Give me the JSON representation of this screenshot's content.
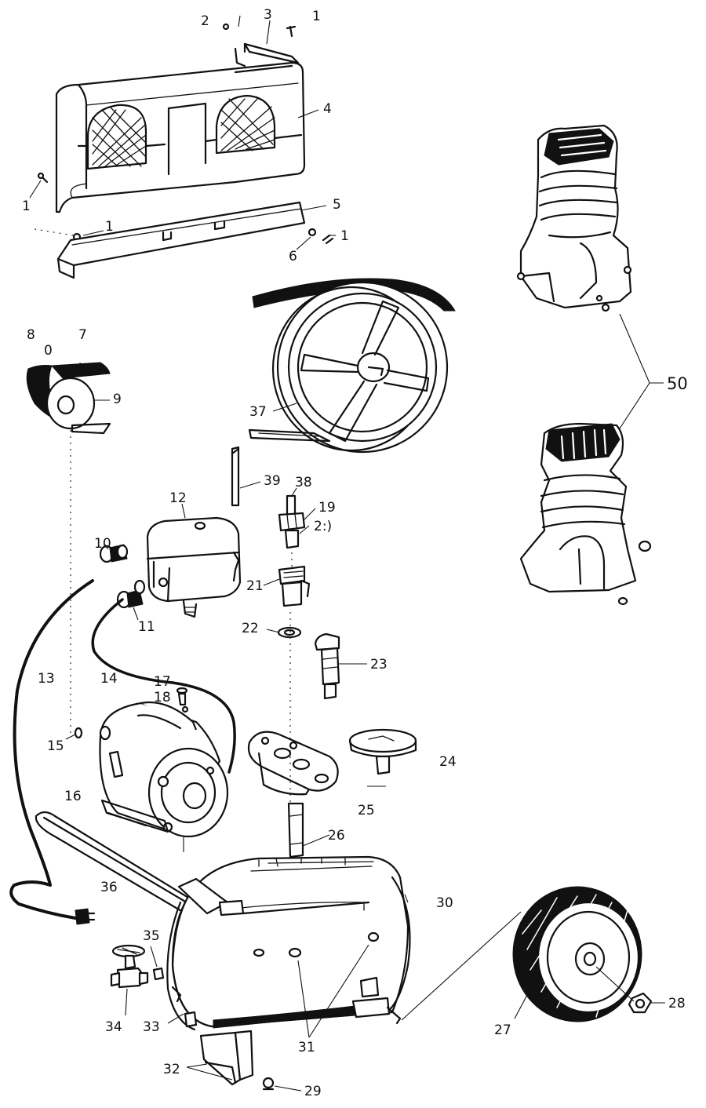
{
  "diagram": {
    "callouts": {
      "c1a": "1",
      "c1b": "1",
      "c1c": "1",
      "c1d": "1",
      "c2": "2",
      "c3": "3",
      "c4": "4",
      "c5": "5",
      "c6": "6",
      "c7": "7",
      "c8": "8",
      "c8b": "0",
      "c9": "9",
      "c10": "10",
      "c11": "11",
      "c12": "12",
      "c13": "13",
      "c14": "14",
      "c15": "15",
      "c16": "16",
      "c17": "17",
      "c18": "18",
      "c19": "19",
      "c20": "2:)",
      "c21": "21",
      "c22": "22",
      "c23": "23",
      "c24": "24",
      "c25": "25",
      "c26": "26",
      "c27": "27",
      "c28": "28",
      "c29": "29",
      "c30": "30",
      "c31": "31",
      "c32": "32",
      "c33": "33",
      "c34": "34",
      "c35": "35",
      "c36": "36",
      "c37": "37",
      "c38": "38",
      "c39": "39",
      "c50": "50"
    }
  }
}
